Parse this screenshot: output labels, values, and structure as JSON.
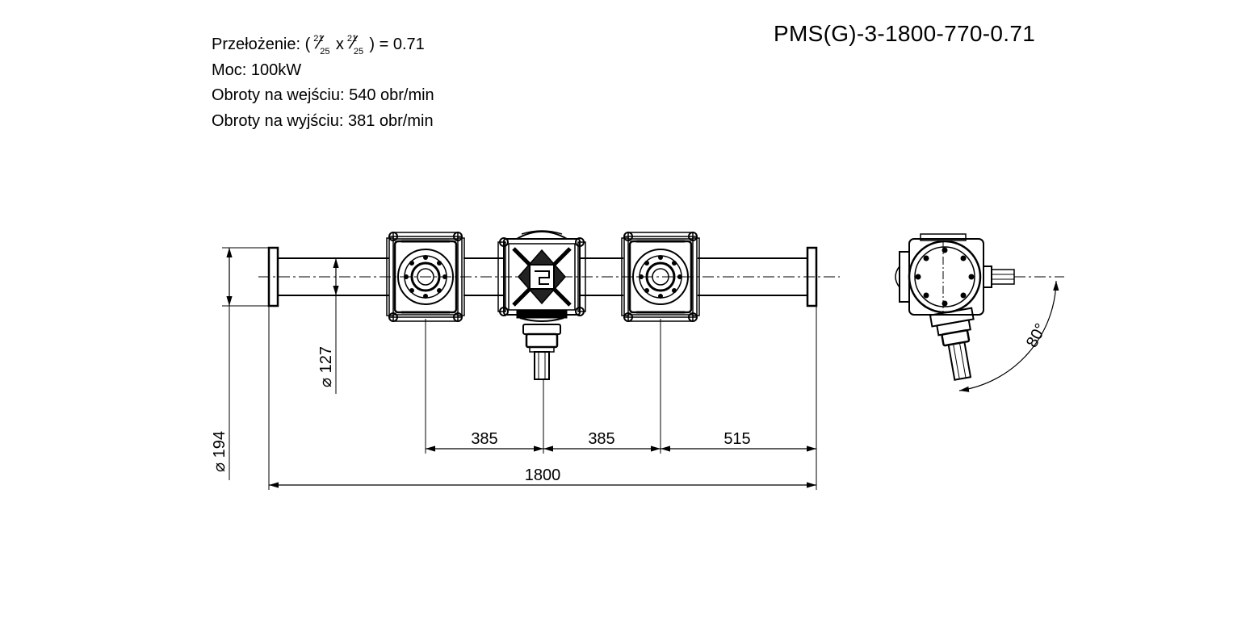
{
  "model": "PMS(G)-3-1800-770-0.71",
  "specs": {
    "ratio_label": "Przełożenie: (",
    "ratio_num1": "21",
    "ratio_den1": "25",
    "ratio_x": "x",
    "ratio_num2": "21",
    "ratio_den2": "25",
    "ratio_result": ") = 0.71",
    "power": "Moc: 100kW",
    "input_speed": "Obroty na wejściu: 540 obr/min",
    "output_speed": "Obroty na wyjściu: 381 obr/min"
  },
  "dimensions": {
    "d1": "385",
    "d2": "385",
    "d3": "515",
    "total": "1800",
    "dia_inner": "127",
    "dia_outer": "194",
    "diameter_symbol": "⌀",
    "angle": "80°"
  }
}
